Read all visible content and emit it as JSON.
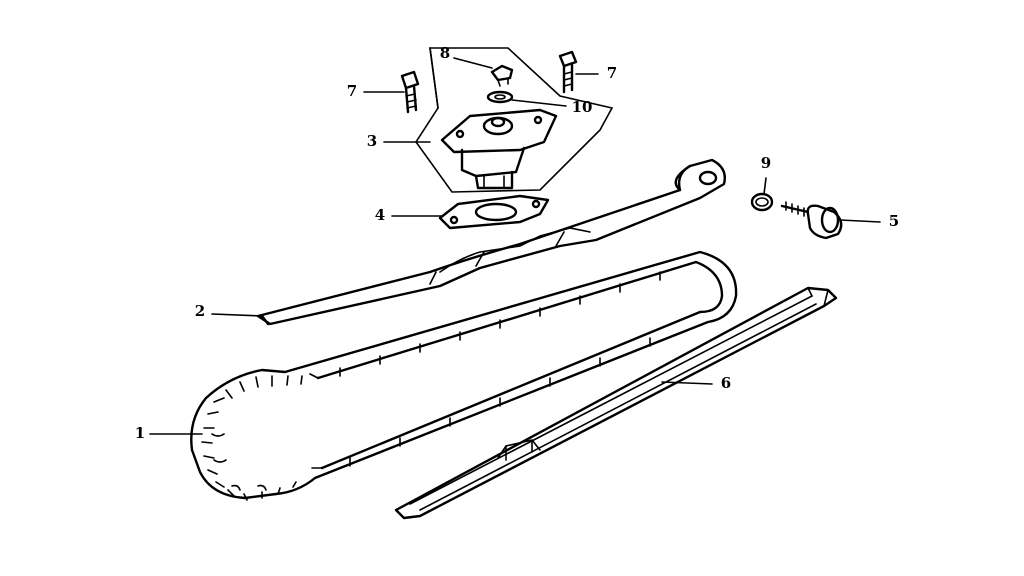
{
  "diagram": {
    "type": "exploded-parts-diagram",
    "line_color": "#000000",
    "background": "#ffffff",
    "callouts": {
      "cam_chain": "1",
      "tensioner_guide": "2",
      "tensioner_assembly": "3",
      "tensioner_gasket": "4",
      "tensioner_pivot_bolt": "5",
      "chain_guide": "6",
      "bolt_left": "7",
      "bolt_right": "7",
      "sealing_bolt": "8",
      "o_ring": "9",
      "washer": "10"
    }
  }
}
